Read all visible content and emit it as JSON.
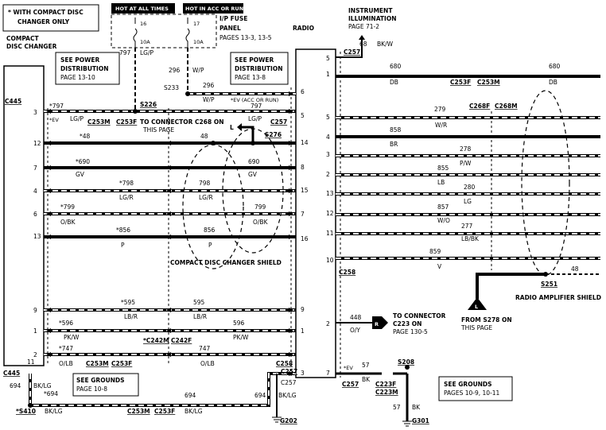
{
  "notes": {
    "compact_disc_note": [
      "* WITH COMPACT DISC",
      "CHANGER ONLY"
    ],
    "hot_at_all_times": "HOT AT ALL TIMES",
    "hot_in_acc_or_run": "HOT IN ACC OR RUN",
    "ip_fuse_panel": [
      "I/P FUSE",
      "PANEL",
      "PAGES 13-3, 13-5"
    ],
    "see_power_left": [
      "SEE POWER",
      "DISTRIBUTION",
      "PAGE 13-10"
    ],
    "see_power_right": [
      "SEE POWER",
      "DISTRIBUTION",
      "PAGE 13-8"
    ],
    "instrument_illum": [
      "INSTRUMENT",
      "ILLUMINATION",
      "PAGE 71-2"
    ],
    "see_grounds_left": [
      "SEE GROUNDS",
      "PAGE 10-8"
    ],
    "see_grounds_right": [
      "SEE GROUNDS",
      "PAGES 10-9, 10-11"
    ],
    "to_connector_c268": [
      "TO CONNECTOR C268 ON",
      "THIS PAGE"
    ],
    "to_connector_c223": [
      "TO CONNECTOR",
      "C223 ON",
      "PAGE 130-5"
    ],
    "from_s278": [
      "FROM S278 ON",
      "THIS PAGE"
    ],
    "cd_shield": "COMPACT DISC CHANGER SHIELD",
    "amp_shield": "RADIO AMPLIFIER SHIELD",
    "acc_or_run_tag": "*EV (ACC OR RUN)"
  },
  "components": {
    "cd_changer": [
      "COMPACT",
      "DISC CHANGER"
    ],
    "radio": "RADIO",
    "fuse16": "16",
    "fuse16_amp": "10A",
    "fuse17": "17",
    "fuse17_amp": "10A"
  },
  "connectors": {
    "c445a": "C445",
    "c445b": "C445",
    "c253m": "C253M",
    "c253f": "C253F",
    "s226": "S226",
    "c257": "C257",
    "s276": "S276",
    "s233": "S233",
    "c242m": "*C242M",
    "c242f": "C242F",
    "c258": "C258",
    "c268f": "C268F",
    "c268m": "C268M",
    "s251": "S251",
    "s208": "S208",
    "c223f": "C223F",
    "c223m": "C223M",
    "s410": "*S410",
    "g202": "G202",
    "g301": "G301",
    "badge_l": "L",
    "badge_r": "R",
    "ev": "*EV"
  },
  "wires": {
    "w797": "797",
    "lgp": "LG/P",
    "w296": "296",
    "wp": "W/P",
    "s797": "*797",
    "s48": "*48",
    "w48": "48",
    "s690": "*690",
    "w690": "690",
    "gv": "GV",
    "s798": "*798",
    "w798": "798",
    "lgr": "LG/R",
    "s799": "*799",
    "w799": "799",
    "obk": "O/BK",
    "s856": "*856",
    "w856": "856",
    "p": "P",
    "s595": "*595",
    "w595": "595",
    "lbr": "LB/R",
    "s596": "*596",
    "w596": "596",
    "pkw": "PK/W",
    "s747": "*747",
    "w747": "747",
    "olb": "O/LB",
    "w694": "694",
    "s694": "*694",
    "bklg": "BK/LG",
    "w68": "68",
    "bkw": "BK/W",
    "w680": "680",
    "db": "DB",
    "w279": "279",
    "wr": "W/R",
    "w858": "858",
    "br": "BR",
    "w278": "278",
    "pw": "P/W",
    "w855": "855",
    "lb": "LB",
    "w280": "280",
    "lg": "LG",
    "w857": "857",
    "wo": "W/O",
    "w277": "277",
    "lbbk": "LB/BK",
    "w859": "859",
    "v": "V",
    "w448": "448",
    "oy": "O/Y",
    "w57": "57",
    "bk": "BK"
  },
  "pins": {
    "left": [
      "3",
      "12",
      "7",
      "4",
      "6",
      "13",
      "9",
      "1",
      "2",
      "11"
    ],
    "radio_left": [
      "6",
      "5",
      "14",
      "8",
      "15",
      "7",
      "16",
      "9",
      "1",
      "3"
    ],
    "radio_right": [
      "5",
      "1",
      "5",
      "4",
      "3",
      "2",
      "13",
      "12",
      "11",
      "10",
      "2",
      "7"
    ]
  }
}
